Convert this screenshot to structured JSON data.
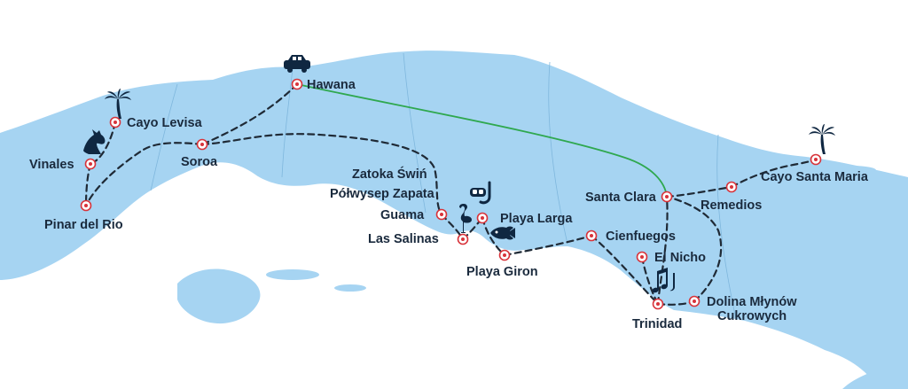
{
  "map": {
    "places": [
      {
        "id": "hawana",
        "name": "Hawana"
      },
      {
        "id": "cayo-levisa",
        "name": "Cayo Levisa"
      },
      {
        "id": "vinales",
        "name": "Vinales"
      },
      {
        "id": "soroa",
        "name": "Soroa"
      },
      {
        "id": "pinar-del-rio",
        "name": "Pinar del Rio"
      },
      {
        "id": "zatoka-swin",
        "name": "Zatoka Świń"
      },
      {
        "id": "polwysep-zapata",
        "name": "Półwysep Zapata"
      },
      {
        "id": "guama",
        "name": "Guama"
      },
      {
        "id": "las-salinas",
        "name": "Las Salinas"
      },
      {
        "id": "playa-larga",
        "name": "Playa Larga"
      },
      {
        "id": "playa-giron",
        "name": "Playa Giron"
      },
      {
        "id": "cienfuegos",
        "name": "Cienfuegos"
      },
      {
        "id": "el-nicho",
        "name": "El Nicho"
      },
      {
        "id": "trinidad",
        "name": "Trinidad"
      },
      {
        "id": "dolina",
        "name": "Dolina Młynów",
        "name2": "Cukrowych"
      },
      {
        "id": "santa-clara",
        "name": "Santa Clara"
      },
      {
        "id": "remedios",
        "name": "Remedios"
      },
      {
        "id": "cayo-santa-maria",
        "name": "Cayo Santa Maria"
      }
    ],
    "icons": [
      "car-icon",
      "palm-tree-icon",
      "horse-icon",
      "flamingo-icon",
      "snorkel-icon",
      "fish-icon",
      "music-notes-icon"
    ],
    "colors": {
      "sea": "#ffffff",
      "land": "#a6d4f2",
      "route": "#1f2a36",
      "direct_route": "#2fa84f",
      "marker": "#d8333a"
    }
  }
}
